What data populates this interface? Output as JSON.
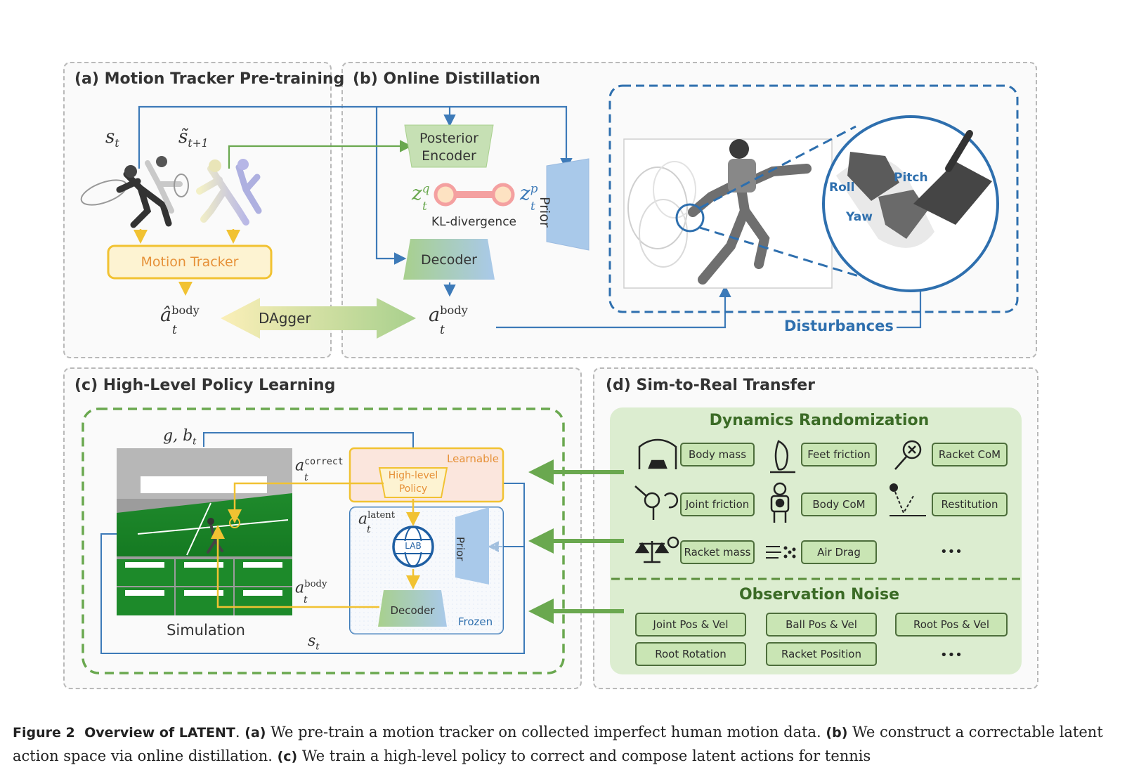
{
  "panels": {
    "a_title": "(a) Motion Tracker Pre-training",
    "b_title": "(b) Online Distillation",
    "c_title": "(c) High-Level Policy Learning",
    "d_title": "(d) Sim-to-Real Transfer"
  },
  "panel_a": {
    "s_t": "s",
    "s_t_sub": "t",
    "s_next": "s̃",
    "s_next_sub": "t+1",
    "motion_tracker": "Motion Tracker",
    "a_hat": "â",
    "a_hat_sup": "body",
    "a_hat_sub": "t"
  },
  "dagger": "DAgger",
  "panel_b": {
    "posterior_l1": "Posterior",
    "posterior_l2": "Encoder",
    "zq": "z",
    "zq_sup": "q",
    "zq_sub": "t",
    "zp": "z",
    "zp_sup": "p",
    "zp_sub": "t",
    "kl": "KL-divergence",
    "prior": "Prior",
    "decoder": "Decoder",
    "a_body": "a",
    "a_body_sup": "body",
    "a_body_sub": "t",
    "roll": "Roll",
    "pitch": "Pitch",
    "yaw": "Yaw",
    "disturbances": "Disturbances"
  },
  "panel_c": {
    "g_b": "g",
    "g_b_rest": ", b",
    "g_b_sub": "t",
    "a_correct": "a",
    "a_correct_sup": "correct",
    "a_correct_sub": "t",
    "learnable": "Learnable",
    "hl_policy_l1": "High-level",
    "hl_policy_l2": "Policy",
    "a_latent": "a",
    "a_latent_sup": "latent",
    "a_latent_sub": "t",
    "lab": "LAB",
    "prior": "Prior",
    "a_body": "a",
    "a_body_sup": "body",
    "a_body_sub": "t",
    "decoder": "Decoder",
    "frozen": "Frozen",
    "simulation": "Simulation",
    "s_t": "s",
    "s_t_sub": "t"
  },
  "panel_d": {
    "dyn_title": "Dynamics Randomization",
    "dyn_items": [
      "Body mass",
      "Feet friction",
      "Racket CoM",
      "Joint friction",
      "Body CoM",
      "Restitution",
      "Racket mass",
      "Air Drag"
    ],
    "ellipsis": "•••",
    "obs_title": "Observation Noise",
    "obs_items": [
      "Joint Pos & Vel",
      "Ball Pos & Vel",
      "Root Pos & Vel",
      "Root Rotation",
      "Racket Position"
    ]
  },
  "caption": {
    "fig": "Figure 2",
    "title": "Overview of LATENT",
    "a": "(a)",
    "a_text": " We pre-train a motion tracker on collected imperfect human motion data. ",
    "b": "(b)",
    "b_text": " We construct a correctable latent action space via online distillation. ",
    "c": "(c)",
    "c_text": " We train a high-level policy to correct and compose latent actions for tennis"
  },
  "colors": {
    "blue": "#3d7ab8",
    "green": "#6aa84f",
    "yellow": "#f1c232",
    "orange": "#e69138",
    "panel_green": "#dcedd0"
  }
}
